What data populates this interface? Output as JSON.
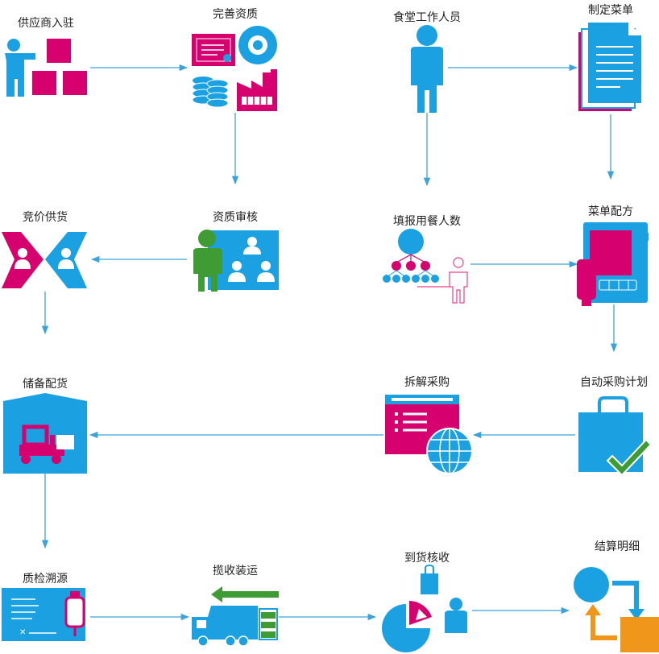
{
  "colors": {
    "blue": "#1ba1e2",
    "magenta": "#d6006f",
    "green": "#3f9c35",
    "orange": "#f0961a",
    "arrow": "#3ba3d9"
  },
  "steps": {
    "supplier_entry": {
      "label": "供应商入驻"
    },
    "qualification": {
      "label": "完善资质"
    },
    "canteen_staff": {
      "label": "食堂工作人员"
    },
    "menu_make": {
      "label": "制定菜单"
    },
    "bidding": {
      "label": "竞价供货"
    },
    "qual_review": {
      "label": "资质审核"
    },
    "diner_count": {
      "label": "填报用餐人数"
    },
    "recipe": {
      "label": "菜单配方"
    },
    "storage": {
      "label": "储备配货"
    },
    "split_purchase": {
      "label": "拆解采购"
    },
    "auto_plan": {
      "label": "自动采购计划"
    },
    "trace": {
      "label": "质检溯源"
    },
    "delivery": {
      "label": "揽收装运"
    },
    "receipt": {
      "label": "到货核收"
    },
    "settlement": {
      "label": "结算明细"
    }
  }
}
